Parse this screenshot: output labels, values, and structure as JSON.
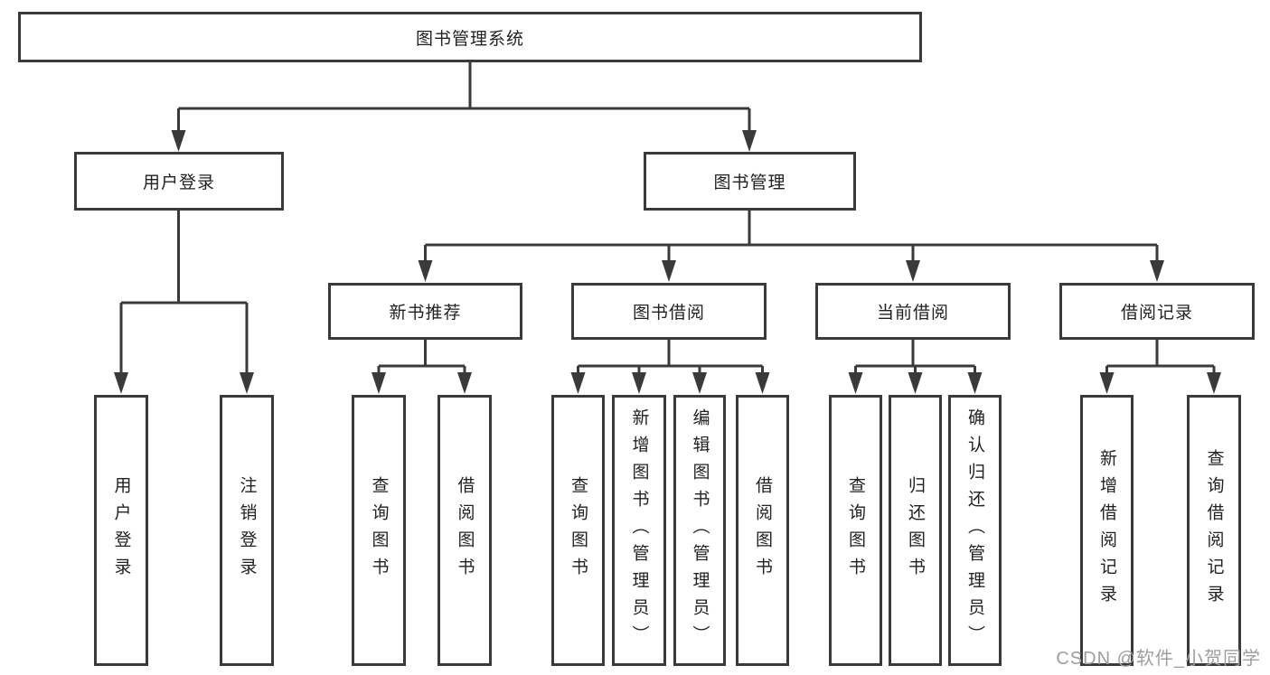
{
  "diagram": {
    "title": "图书管理系统",
    "level2": {
      "user_login": "用户登录",
      "book_management": "图书管理"
    },
    "level3": {
      "new_book_recommend": "新书推荐",
      "book_borrow": "图书借阅",
      "current_borrow": "当前借阅",
      "borrow_records": "借阅记录"
    },
    "leaves": {
      "user_login": [
        "用户登录",
        "注销登录"
      ],
      "new_book_recommend": [
        "查询图书",
        "借阅图书"
      ],
      "book_borrow": [
        "查询图书",
        "新增图书（管理员）",
        "编辑图书（管理员）",
        "借阅图书"
      ],
      "current_borrow": [
        "查询图书",
        "归还图书",
        "确认归还（管理员）"
      ],
      "borrow_records": [
        "新增借阅记录",
        "查询借阅记录"
      ]
    },
    "colors": {
      "line": "#3a3a3a",
      "text": "#222222",
      "background": "#ffffff",
      "watermark": "#9e9e9e"
    },
    "watermark": "CSDN @软件_小贺同学"
  }
}
